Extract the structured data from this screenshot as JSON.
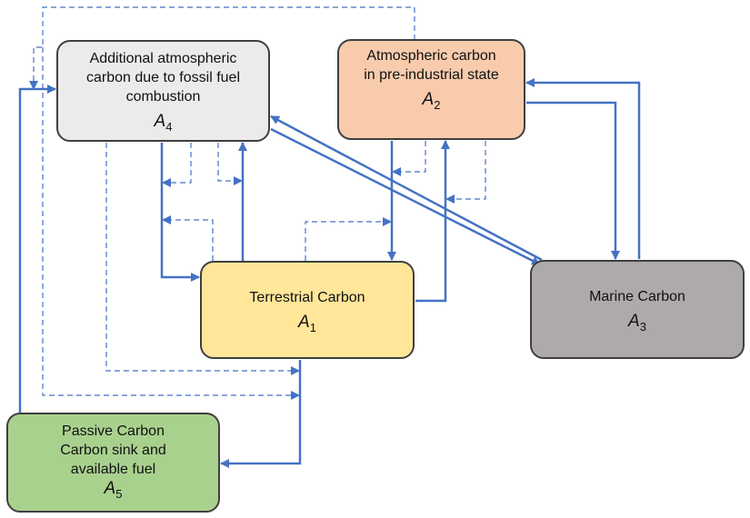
{
  "boxes": {
    "a4": {
      "line1": "Additional atmospheric",
      "line2": "carbon due to fossil fuel",
      "line3": "combustion",
      "symbol": "A",
      "sub": "4",
      "fill": "#ebebeb"
    },
    "a2": {
      "line1": "Atmospheric carbon",
      "line2": "in pre-industrial state",
      "symbol": "A",
      "sub": "2",
      "fill": "#f8cbad"
    },
    "a1": {
      "line1": "Terrestrial Carbon",
      "symbol": "A",
      "sub": "1",
      "fill": "#ffe699"
    },
    "a3": {
      "line1": "Marine Carbon",
      "symbol": "A",
      "sub": "3",
      "fill": "#aeaaaa"
    },
    "a5": {
      "line1": "Passive Carbon",
      "line2": "Carbon sink and",
      "line3": "available fuel",
      "symbol": "A",
      "sub": "5",
      "fill": "#a9d18e"
    }
  },
  "colors": {
    "arrow": "#4472c4",
    "border": "#3f3f3f"
  }
}
